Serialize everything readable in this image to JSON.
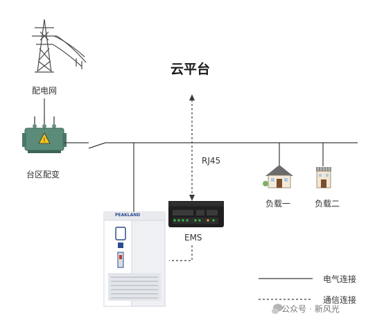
{
  "labels": {
    "grid": "配电网",
    "transformer": "台区配变",
    "cloud": "云平台",
    "rj45": "RJ45",
    "ems": "EMS",
    "load1": "负载一",
    "load2": "负载二",
    "cabinet_brand": "PEAKLAND"
  },
  "legend": {
    "electrical": "电气连接",
    "communication": "通信连接"
  },
  "watermark": {
    "account": "公众号",
    "separator": "·",
    "name": "新风光"
  },
  "colors": {
    "line": "#3a3a3a",
    "cabinet_accent": "#2c4b8f",
    "transformer": "#4a7d6b",
    "warning": "#f2c21b",
    "roof": "#6b6b6b"
  }
}
